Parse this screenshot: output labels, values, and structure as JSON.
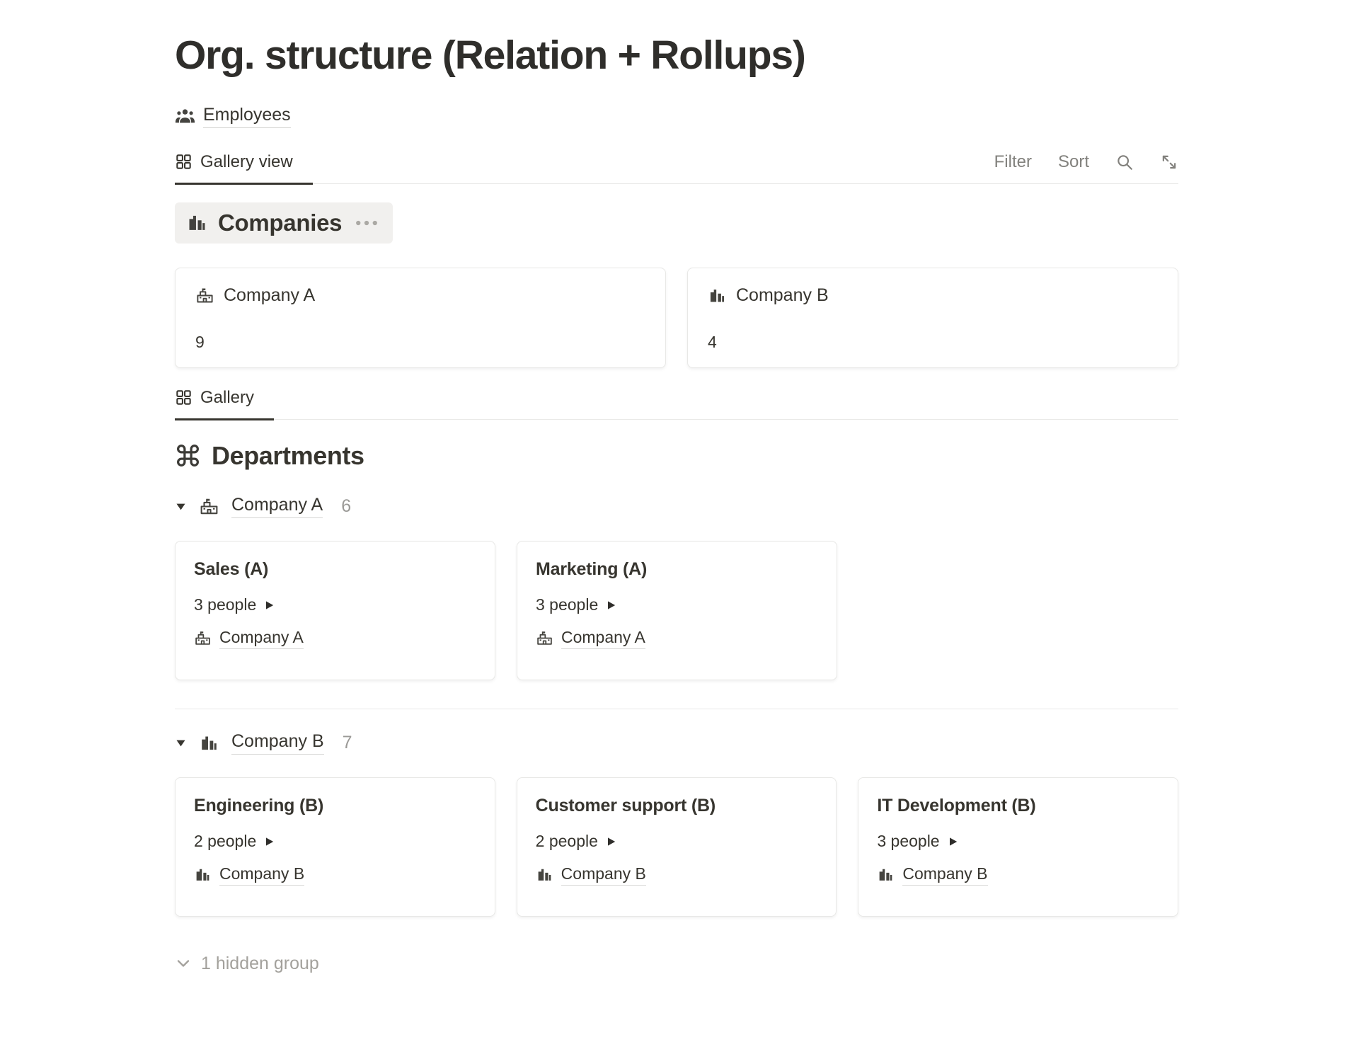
{
  "page_title": "Org. structure (Relation + Rollups)",
  "source": {
    "label": "Employees",
    "icon": "people-group-icon"
  },
  "toolbar": {
    "active_tab": {
      "label": "Gallery view",
      "icon": "gallery-grid-icon"
    },
    "filter_label": "Filter",
    "sort_label": "Sort",
    "search_icon": "search-icon",
    "expand_icon": "expand-icon"
  },
  "companies": {
    "heading": {
      "title": "Companies",
      "icon": "buildings-icon",
      "menu_icon": "ellipsis-icon"
    },
    "cards": [
      {
        "name": "Company A",
        "icon": "school-icon",
        "rollup_count": "9"
      },
      {
        "name": "Company B",
        "icon": "buildings-icon",
        "rollup_count": "4"
      }
    ]
  },
  "gallery_tab": {
    "label": "Gallery",
    "icon": "gallery-grid-icon"
  },
  "departments": {
    "heading": {
      "title": "Departments",
      "icon": "command-icon"
    },
    "groups": [
      {
        "name": "Company A",
        "icon": "school-icon",
        "count": "6",
        "toggle_icon": "triangle-down-icon",
        "cards": [
          {
            "title": "Sales (A)",
            "people": "3 people",
            "people_icon": "play-right-icon",
            "company": {
              "name": "Company A",
              "icon": "school-icon"
            }
          },
          {
            "title": "Marketing (A)",
            "people": "3 people",
            "people_icon": "play-right-icon",
            "company": {
              "name": "Company A",
              "icon": "school-icon"
            }
          }
        ]
      },
      {
        "name": "Company B",
        "icon": "buildings-icon",
        "count": "7",
        "toggle_icon": "triangle-down-icon",
        "cards": [
          {
            "title": "Engineering (B)",
            "people": "2 people",
            "people_icon": "play-right-icon",
            "company": {
              "name": "Company B",
              "icon": "buildings-icon"
            }
          },
          {
            "title": "Customer support (B)",
            "people": "2 people",
            "people_icon": "play-right-icon",
            "company": {
              "name": "Company B",
              "icon": "buildings-icon"
            }
          },
          {
            "title": "IT Development (B)",
            "people": "3 people",
            "people_icon": "play-right-icon",
            "company": {
              "name": "Company B",
              "icon": "buildings-icon"
            }
          }
        ]
      }
    ],
    "hidden_group": {
      "label": "1 hidden group",
      "icon": "chevron-down-icon"
    }
  },
  "colors": {
    "text": "#37352F",
    "muted": "#82817D",
    "faint": "#9B9A97",
    "border": "#E9E9E7",
    "heading_background": "#F1F0EE",
    "active_tab_underline": "#37352F"
  }
}
